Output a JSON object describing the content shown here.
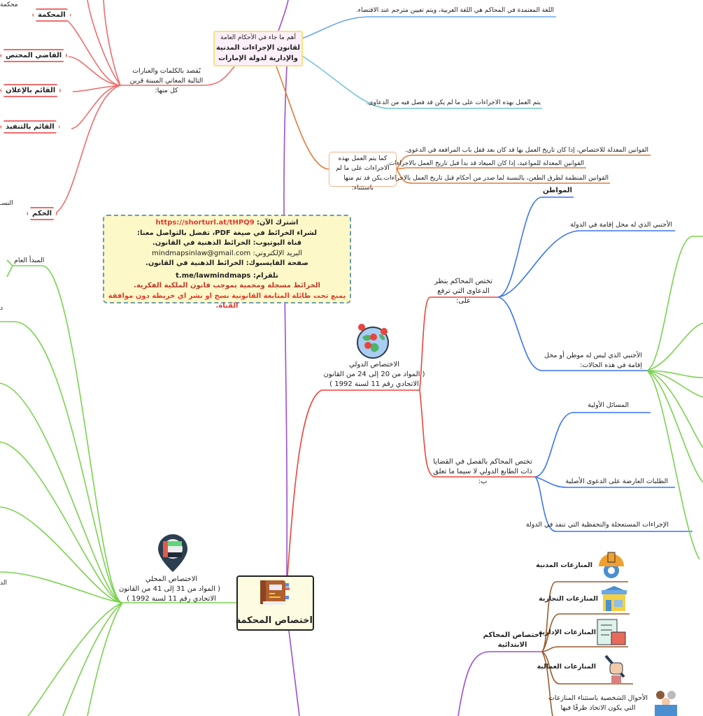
{
  "central": {
    "title": "اختصاص المحكمة"
  },
  "general_provisions": {
    "title_line1": "أهم ما جاء في الأحكام العامة",
    "title_line2": "لقانون الإجراءات المدنية",
    "title_line3": "والإدارية لدولة الإمارات",
    "language": "اللغة المعتمدة في المحاكم هي اللغة العربية، ويتم تعيين مترجم عند الاقتضاء.",
    "application": "يتم العمل بهذه الاجراءات على ما لم يكن قد فصل فيه من الدعاوى.",
    "exceptions": {
      "label": "كما يتم العمل بهذه الاجراءات على ما لم يكن قد تم منها باستثناء:",
      "items": [
        "القوانين المعدلة للاختصاص، إذا كان تاريخ العمل بها قد كان بعد قفل باب المرافعة في الدعوى.",
        "القوانين المعدلة للمواعيد، إذا كان الميعاد قد بدأ قبل تاريخ العمل بالاجراءات.",
        "القوانين المنظمة لطرق الطعن، بالنسبة لما صدر من أحكام قبل تاريخ العمل بالاجراءات."
      ]
    },
    "definitions": {
      "label": "يُقصد بالكلمات والعبارات التالية المعاني المبينة قرين كل منها:",
      "terms": [
        "المحكمة",
        "القاضي المختص",
        "القائم بالإعلان",
        "القائم بالتنفيذ",
        "الحكم"
      ],
      "partial_texts": [
        "محكمة",
        "النسـ"
      ]
    }
  },
  "notice": {
    "subscribe_label": "اشترك الآن:",
    "subscribe_url": "https://shorturl.at/tHPQ9",
    "pdf": "لشراء الخرائط في صيغة PDF، تفضل بالتواصل معنا:",
    "youtube": "قناة اليوتيوب: الخرائط الذهنية في القانون.",
    "email": "البريد الإلكتروني: mindmapsinlaw@gmail.com",
    "facebook": "صفحة الفايسبوك: الخرائط الذهنية في القانون.",
    "telegram": "تلقرام: t.me/lawmindmaps",
    "copyright1": "الخرائط مسجلة ومحمية بموجب قانون الملكية الفكرية.",
    "copyright2": "يمنع تحت طائلة المتابعة القانونية نسخ او نشر اي خريطة دون موافقة القناة."
  },
  "international": {
    "title": "الاختصاص الدولي",
    "articles": "( المواد من 20  إلى 24 من القانون",
    "law": "الاتحادي رقم 11 لسنة 1992 )",
    "claims": {
      "label": "تختص المحاكم بنظر الدعاوى التي ترفع على:",
      "items": [
        "المواطن",
        "الأجنبي الذي له محل إقامة في الدولة",
        "الأجنبي الذي ليس له موطن أو محل إقامة في هذه الحالات:"
      ]
    },
    "cases": {
      "label": "تختص المحاكم بالفصل في القضايا ذات الطابع الدولي لا سيما ما تعلق ب:",
      "items": [
        "المسائل الأولية",
        "الطلبات العارضة على الدعوى الأصلية",
        "الإجراءات المستعجلة والتحفظية التي تنفذ في الدولة"
      ]
    }
  },
  "local": {
    "title": "الاختصاص المحلي",
    "articles": "( المواد من 31  إلى 41 من القانون",
    "law": "الاتحادي رقم 11 لسنة 1992 )",
    "general_principle": "المبدأ العام",
    "partial_texts": [
      "د",
      "الد"
    ]
  },
  "primary_courts": {
    "title": "اختصاص المحاكم الابتدائية",
    "items": [
      "المنازعات المدنية",
      "المنازعات التجارية",
      "المنازعات الإدارية",
      "المنازعات العمالية",
      "الأحوال الشخصية باستثناء المنازعات التي يكون الاتحاد طرفًا فيها"
    ]
  },
  "colors": {
    "red": "#ef6c6c",
    "blue": "#3b74f0",
    "green": "#7ad24f",
    "orange": "#e07b39",
    "purple": "#9b4fd0",
    "brown": "#9a5a2e",
    "teal": "#74c6cf"
  }
}
